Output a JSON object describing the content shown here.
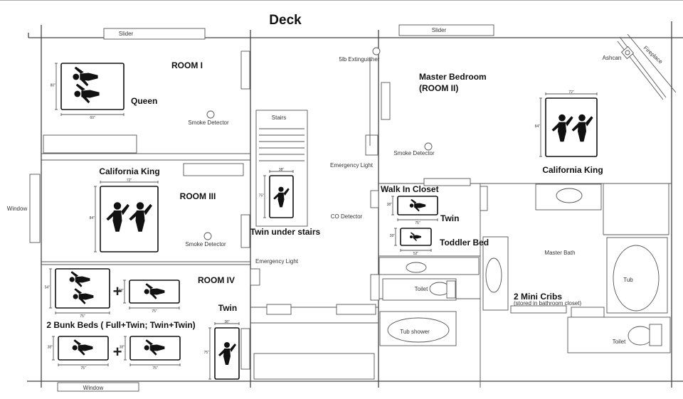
{
  "title": "Deck",
  "labels": {
    "slider_left": "Slider",
    "slider_right": "Slider",
    "extinguisher": "5lb Extinguisher",
    "ashcan": "Ashcan",
    "fireplace": "Fireplace",
    "room1": "ROOM I",
    "queen": "Queen",
    "smoke1": "Smoke Detector",
    "stairs": "Stairs",
    "master_bedroom": "Master Bedroom",
    "room2": "(ROOM II)",
    "smoke_master": "Smoke Detector",
    "emergency_light_1": "Emergency Light",
    "california_king_master": "California King",
    "window_left": "Window",
    "california_king_3": "California King",
    "room3": "ROOM III",
    "smoke3": "Smoke Detector",
    "twin_under_stairs": "Twin under stairs",
    "walk_in_closet": "Walk In Closet",
    "twin_closet": "Twin",
    "toddler_bed": "Toddler Bed",
    "co_detector": "CO Detector",
    "master_bath": "Master Bath",
    "emergency_light_2": "Emergency Light",
    "room4": "ROOM IV",
    "plus_1": "+",
    "plus_2": "+",
    "toilet_1": "Toilet",
    "tub": "Tub",
    "twin_room4": "Twin",
    "mini_cribs": "2 Mini Cribs",
    "mini_cribs_note": "(stored in bathroom closet)",
    "bunk_beds": "2 Bunk Beds ( Full+Twin; Twin+Twin)",
    "tub_shower": "Tub shower",
    "toilet_2": "Toilet",
    "window_bottom": "Window"
  },
  "dimensions": {
    "queen_w": "60\"",
    "queen_l": "80\"",
    "cal_king_master_w": "72\"",
    "cal_king_master_l": "84\"",
    "cal_king_3_w": "72\"",
    "cal_king_3_l": "84\"",
    "stairs_twin_w": "38\"",
    "stairs_twin_l": "75\"",
    "closet_twin_w": "75\"",
    "closet_twin_l": "38\"",
    "toddler_w": "52\"",
    "toddler_l": "28\"",
    "bunk1_full_w": "75\"",
    "bunk1_full_l": "54\"",
    "bunk1_twin_w": "75\"",
    "bunk1_twin_l": "38\"",
    "bunk2_a_w": "75\"",
    "bunk2_a_l": "38\"",
    "bunk2_b_w": "75\"",
    "bunk2_b_l": "38\"",
    "room4_twin_w": "38\"",
    "room4_twin_l": "75\""
  }
}
